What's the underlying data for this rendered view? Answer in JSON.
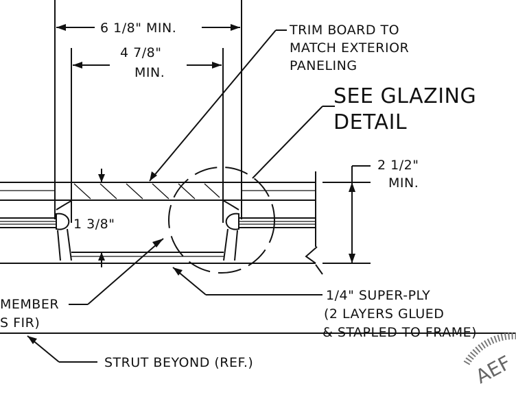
{
  "dims": {
    "width_overall": "6 1/8\" MIN.",
    "width_inner_line1": "4 7/8\"",
    "width_inner_line2": "MIN.",
    "depth_line1": "2 1/2\"",
    "depth_line2": "MIN.",
    "thickness": "1 3/8\""
  },
  "notes": {
    "trim_line1": "TRIM BOARD TO",
    "trim_line2": "MATCH EXTERIOR",
    "trim_line3": "PANELING",
    "glazing_line1": "SEE GLAZING",
    "glazing_line2": "DETAIL",
    "member_line1": "MEMBER",
    "member_line2": "S FIR)",
    "superply_line1": "1/4\" SUPER-PLY",
    "superply_line2": "(2 LAYERS GLUED",
    "superply_line3": "& STAPLED TO FRAME)",
    "strut": "STRUT BEYOND (REF.)"
  },
  "seal": {
    "text": "AEF"
  },
  "colors": {
    "ink": "#111111",
    "paper": "#ffffff",
    "seal": "#666666"
  }
}
